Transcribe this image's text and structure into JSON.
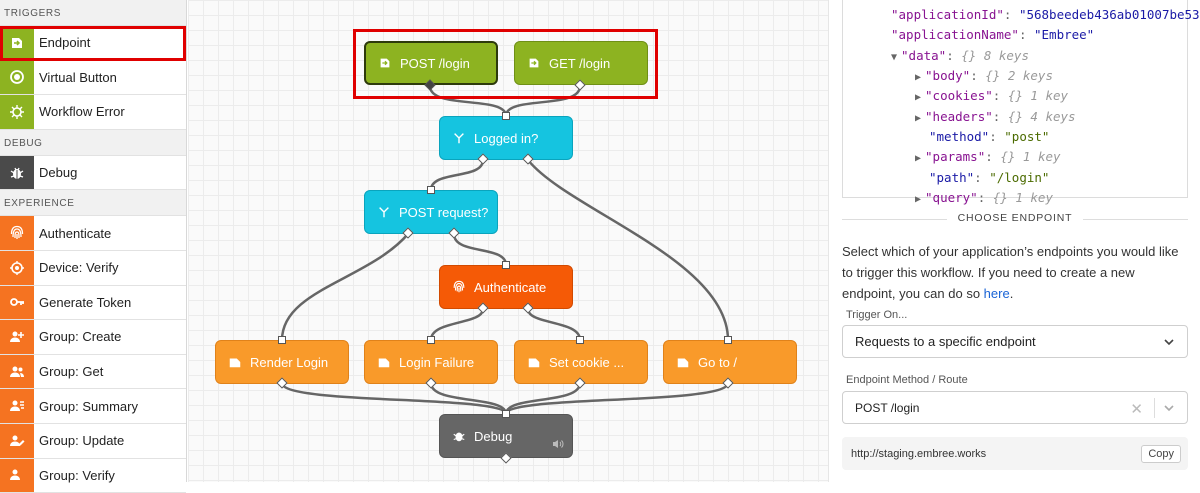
{
  "sidebar": {
    "sections": [
      {
        "title": "TRIGGERS",
        "items": [
          {
            "label": "Endpoint",
            "icon": "endpoint-icon"
          },
          {
            "label": "Virtual Button",
            "icon": "radio-button-icon"
          },
          {
            "label": "Workflow Error",
            "icon": "bug-gear-icon"
          }
        ]
      },
      {
        "title": "DEBUG",
        "items": [
          {
            "label": "Debug",
            "icon": "bug-icon"
          }
        ]
      },
      {
        "title": "EXPERIENCE",
        "items": [
          {
            "label": "Authenticate",
            "icon": "fingerprint-icon"
          },
          {
            "label": "Device: Verify",
            "icon": "device-verify-icon"
          },
          {
            "label": "Generate Token",
            "icon": "key-icon"
          },
          {
            "label": "Group: Create",
            "icon": "group-add-icon"
          },
          {
            "label": "Group: Get",
            "icon": "group-icon"
          },
          {
            "label": "Group: Summary",
            "icon": "group-summary-icon"
          },
          {
            "label": "Group: Update",
            "icon": "group-edit-icon"
          },
          {
            "label": "Group: Verify",
            "icon": "group-verify-icon"
          }
        ]
      }
    ]
  },
  "canvas": {
    "nodes": {
      "post_login": "POST /login",
      "get_login": "GET /login",
      "logged_in": "Logged in?",
      "post_request": "POST request?",
      "authenticate": "Authenticate",
      "render_login": "Render Login",
      "login_failure": "Login Failure",
      "set_cookie": "Set cookie ...",
      "go_to": "Go to /",
      "debug": "Debug"
    }
  },
  "panel": {
    "json_lines": [
      {
        "key": "\"applicationId\"",
        "sep": ": ",
        "value": "\"568beedeb436ab01007be53",
        "kind": "str"
      },
      {
        "key": "\"applicationName\"",
        "sep": ": ",
        "value": "\"Embree\"",
        "kind": "str"
      },
      {
        "key": "\"data\"",
        "sep": ": ",
        "value": "{} 8 keys",
        "kind": "meta",
        "arrow": "▼"
      },
      {
        "key": "\"body\"",
        "sep": ": ",
        "value": "{} 2 keys",
        "kind": "meta",
        "arrow": "▶"
      },
      {
        "key": "\"cookies\"",
        "sep": ": ",
        "value": "{} 1 key",
        "kind": "meta",
        "arrow": "▶"
      },
      {
        "key": "\"headers\"",
        "sep": ": ",
        "value": "{} 4 keys",
        "kind": "meta",
        "arrow": "▶"
      },
      {
        "key": "\"method\"",
        "sep": ": ",
        "value": "\"post\"",
        "kind": "str"
      },
      {
        "key": "\"params\"",
        "sep": ": ",
        "value": "{} 1 key",
        "kind": "meta",
        "arrow": "▶"
      },
      {
        "key": "\"path\"",
        "sep": ": ",
        "value": "\"/login\"",
        "kind": "str"
      },
      {
        "key": "\"query\"",
        "sep": ": ",
        "value": "{} 1 key",
        "kind": "meta",
        "arrow": "▶"
      }
    ],
    "section_title": "CHOOSE ENDPOINT",
    "description": "Select which of your application’s endpoints you would like to trigger this workflow. If you need to create a new endpoint, you can do so ",
    "description_link": "here",
    "description_end": ".",
    "trigger_on_label": "Trigger On...",
    "trigger_on_value": "Requests to a specific endpoint",
    "method_route_label": "Endpoint Method / Route",
    "method_route_value": "POST /login",
    "url": "http://staging.embree.works",
    "copy_label": "Copy"
  }
}
